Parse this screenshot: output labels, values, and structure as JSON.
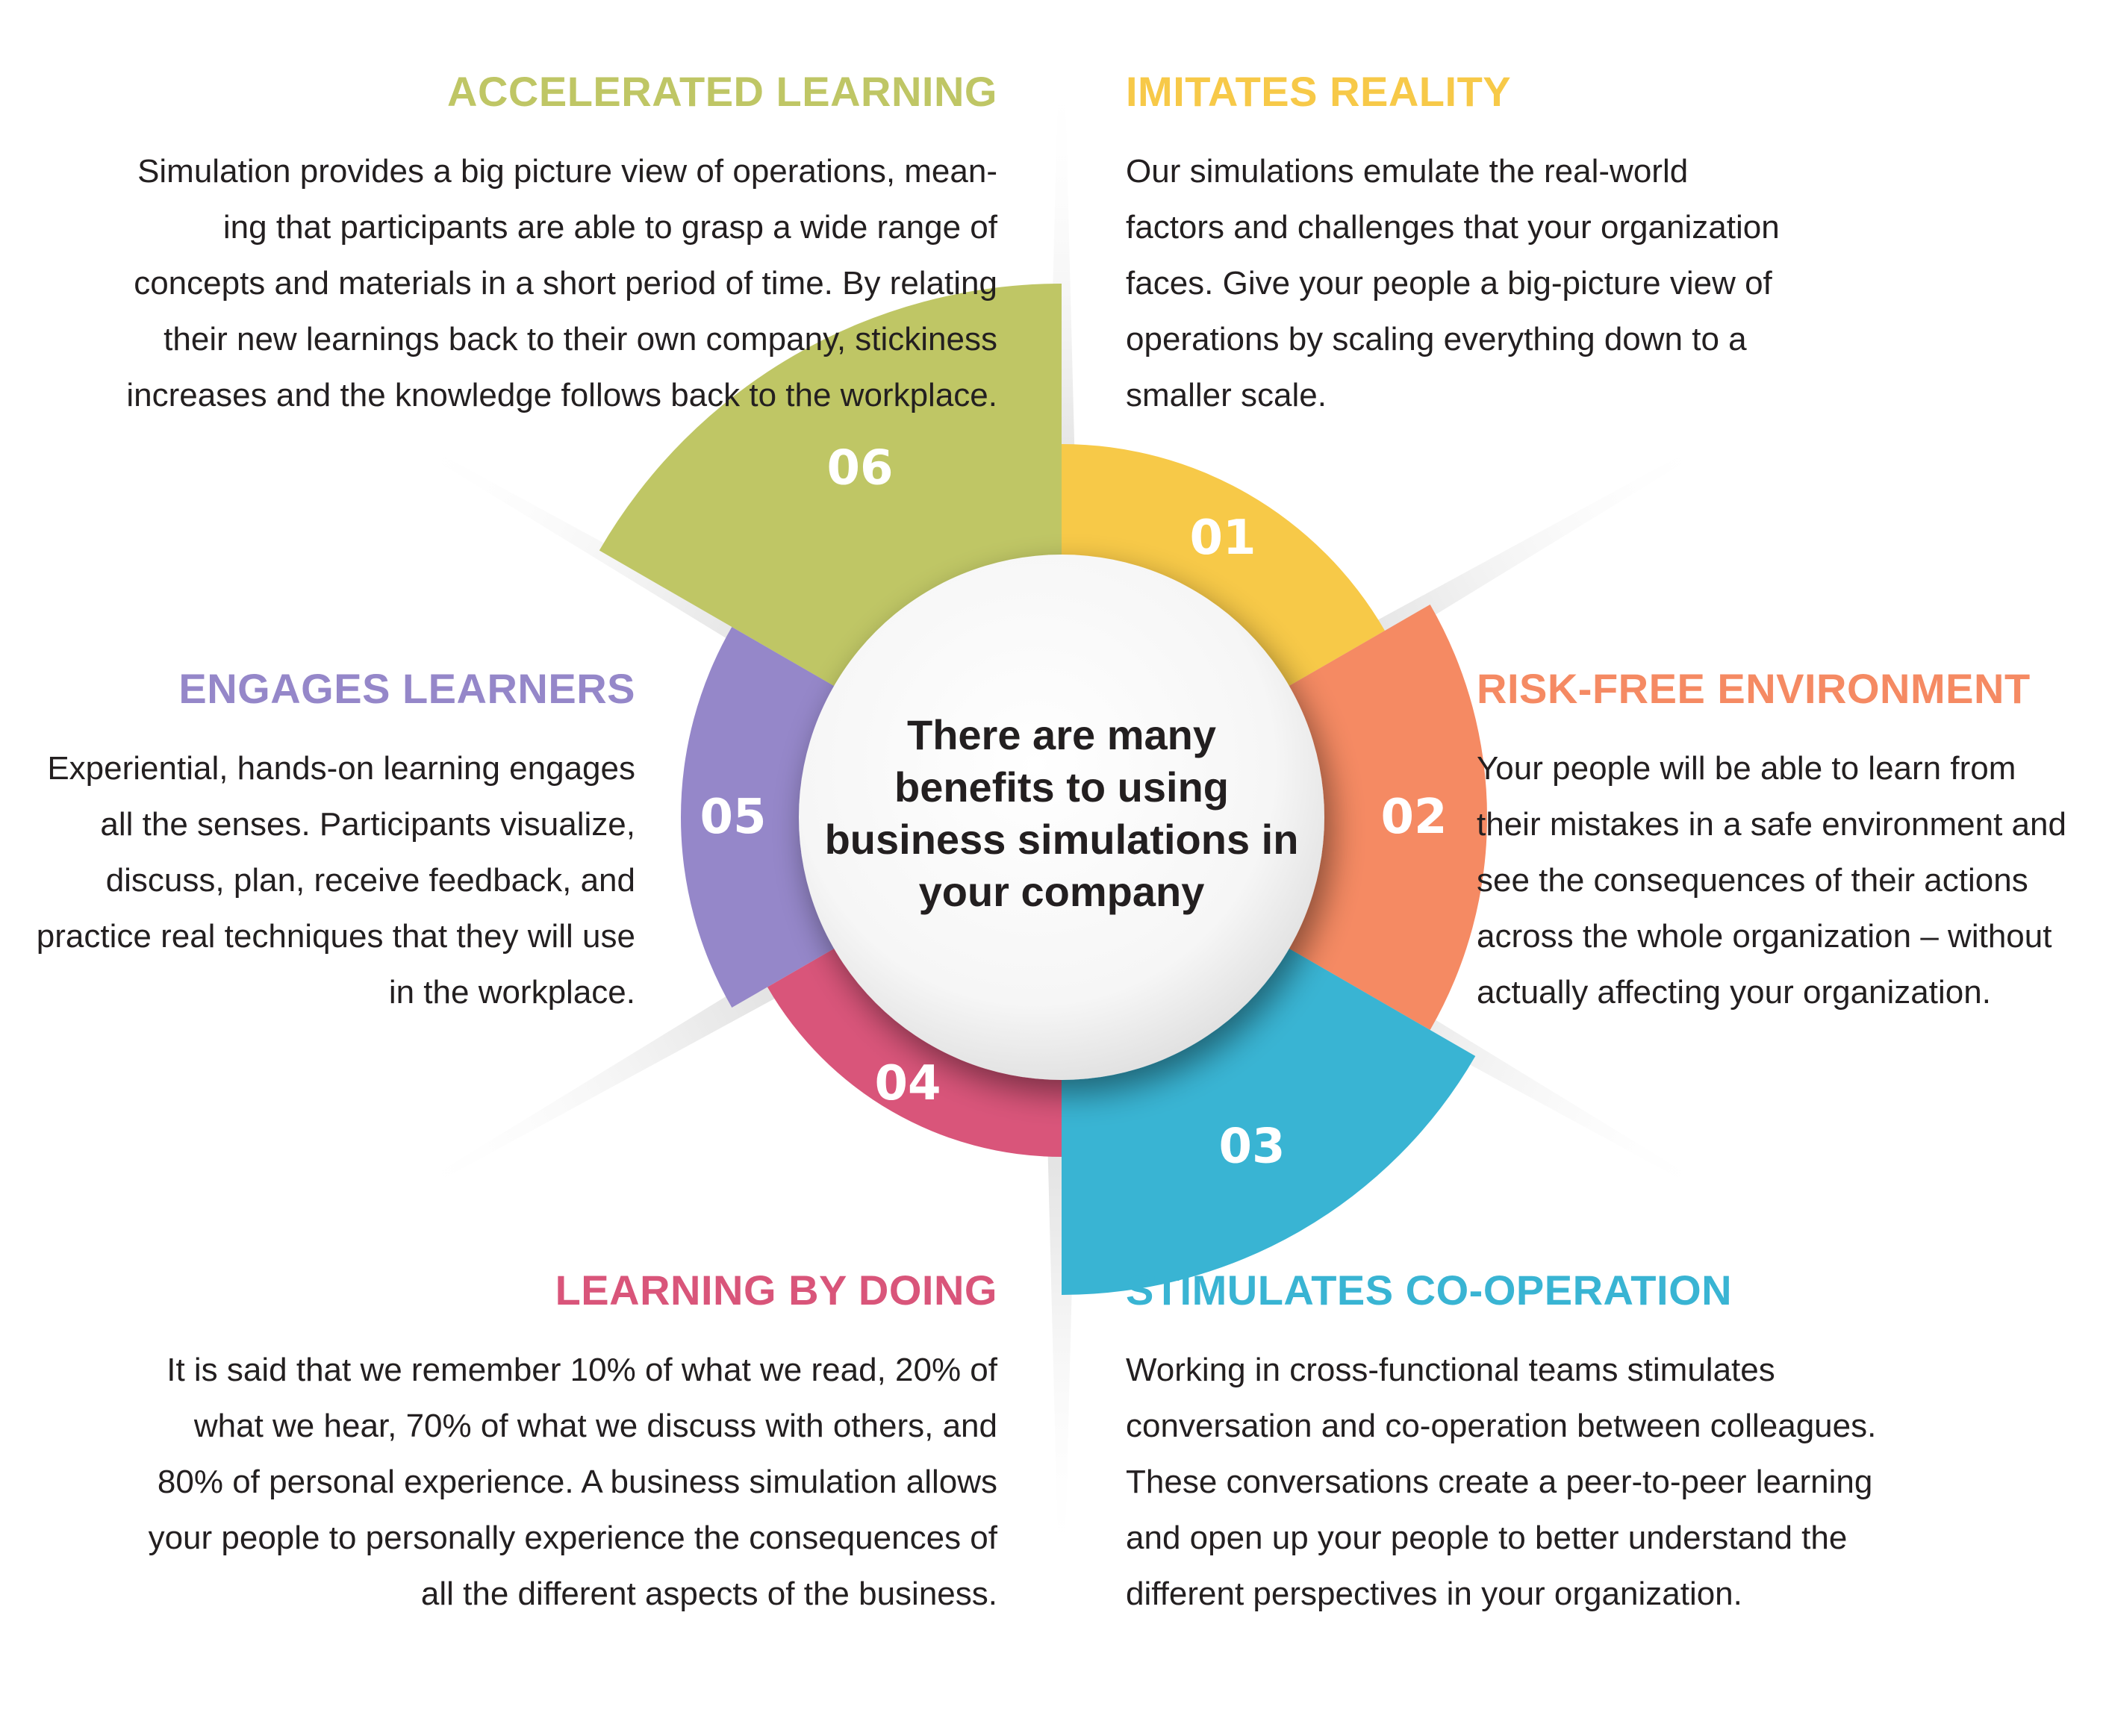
{
  "center": {
    "lines": [
      "There are many",
      "benefits to using",
      "business simulations in",
      "your company"
    ]
  },
  "segments": [
    {
      "number": "01",
      "color": "#f7c948"
    },
    {
      "number": "02",
      "color": "#f58a63"
    },
    {
      "number": "03",
      "color": "#39b4d3"
    },
    {
      "number": "04",
      "color": "#d9557a"
    },
    {
      "number": "05",
      "color": "#9587c9"
    },
    {
      "number": "06",
      "color": "#bfc665"
    }
  ],
  "blocks": {
    "accelerated": {
      "title": "ACCELERATED LEARNING",
      "color": "#bfc665",
      "lines": [
        "Simulation provides a big picture view of operations, mean-",
        "ing that participants are able to grasp a wide range of",
        "concepts and materials in a short period of time. By relating",
        "their new learnings back to their own company, stickiness",
        "increases and the knowledge follows back to the workplace."
      ]
    },
    "imitates": {
      "title": "IMITATES REALITY",
      "color": "#f7c948",
      "lines": [
        "Our simulations emulate the real-world",
        "factors and challenges that your organization",
        "faces. Give your people a big-picture view of",
        "operations by scaling everything down to a",
        "smaller scale."
      ]
    },
    "engages": {
      "title": "ENGAGES LEARNERS",
      "color": "#9587c9",
      "lines": [
        "Experiential, hands-on learning engages",
        "all the senses. Participants visualize,",
        "discuss, plan, receive feedback, and",
        "practice real techniques that they will use",
        "in the workplace."
      ]
    },
    "riskfree": {
      "title": "RISK-FREE ENVIRONMENT",
      "color": "#f58a63",
      "lines": [
        "Your people will be able to learn from",
        "their mistakes in a safe environment and",
        "see the consequences of their actions",
        "across the whole organization – without",
        "actually affecting your organization."
      ]
    },
    "learningbydoing": {
      "title": "LEARNING BY DOING",
      "color": "#d9557a",
      "lines": [
        "It is said that we remember 10% of what we read, 20% of",
        "what we hear, 70% of what we discuss with others, and",
        "80% of personal experience. A business simulation allows",
        "your people to personally experience the consequences of",
        "all the different aspects of the business."
      ]
    },
    "stimulates": {
      "title": "STIMULATES CO-OPERATION",
      "color": "#39b4d3",
      "lines": [
        "Working in cross-functional teams stimulates",
        "conversation and co-operation between colleagues.",
        "These conversations create a peer-to-peer learning",
        "and open up your people to better understand the",
        "different perspectives in your organization."
      ]
    }
  }
}
